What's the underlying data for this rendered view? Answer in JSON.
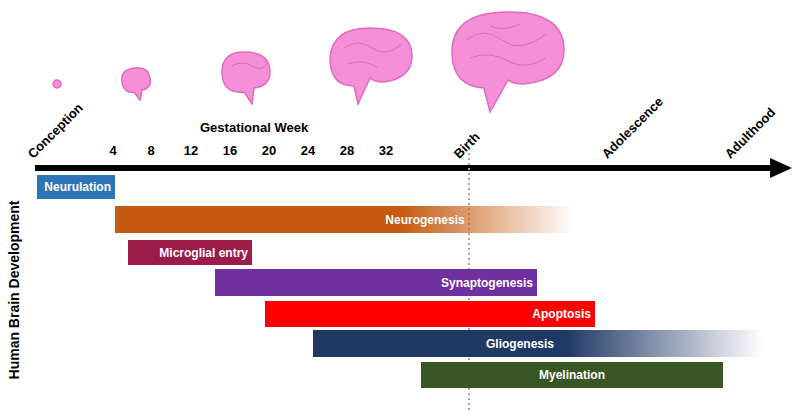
{
  "diagram": {
    "nodes": [
      {
        "text": [
          "Neurulation"
        ]
      },
      {
        "text": [
          "Neurogenesis"
        ]
      },
      {
        "text": [
          "Microglial entry"
        ]
      },
      {
        "text": [
          "Synaptogenesis"
        ]
      },
      {
        "text": [
          "Apoptosis"
        ]
      },
      {
        "text": [
          "Gliogenesis"
        ]
      },
      {
        "text": [
          "Myelination"
        ]
      }
    ],
    "labels": [
      "Conception",
      "Gestational Week",
      "4",
      "8",
      "12",
      "16",
      "20",
      "24",
      "28",
      "32",
      "Birth",
      "Adolescence",
      "Adulthood",
      "Human Brain Development"
    ]
  }
}
